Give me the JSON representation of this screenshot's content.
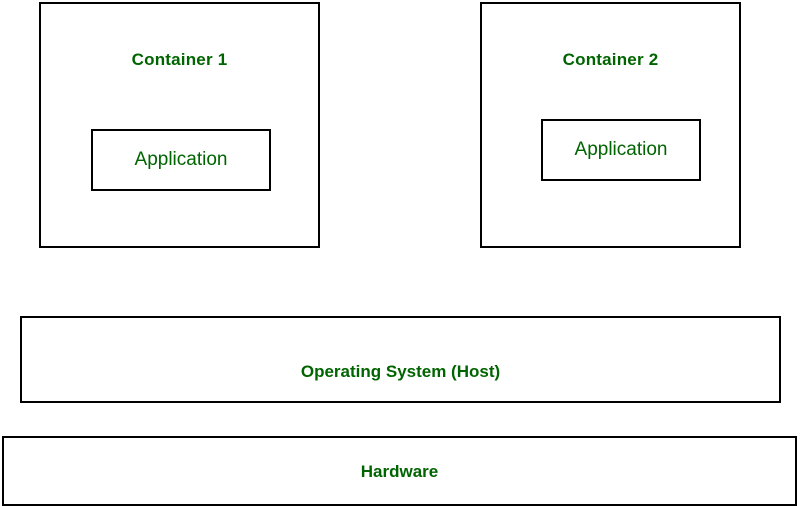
{
  "diagram": {
    "type": "architecture-stack-diagram",
    "background_color": "#ffffff",
    "text_color": "#006400",
    "border_color": "#000000",
    "layers": {
      "containers": [
        {
          "title": "Container 1",
          "application": {
            "label": "Application"
          }
        },
        {
          "title": "Container 2",
          "application": {
            "label": "Application"
          }
        }
      ],
      "operating_system": {
        "label": "Operating System (Host)"
      },
      "hardware": {
        "label": "Hardware"
      }
    }
  }
}
